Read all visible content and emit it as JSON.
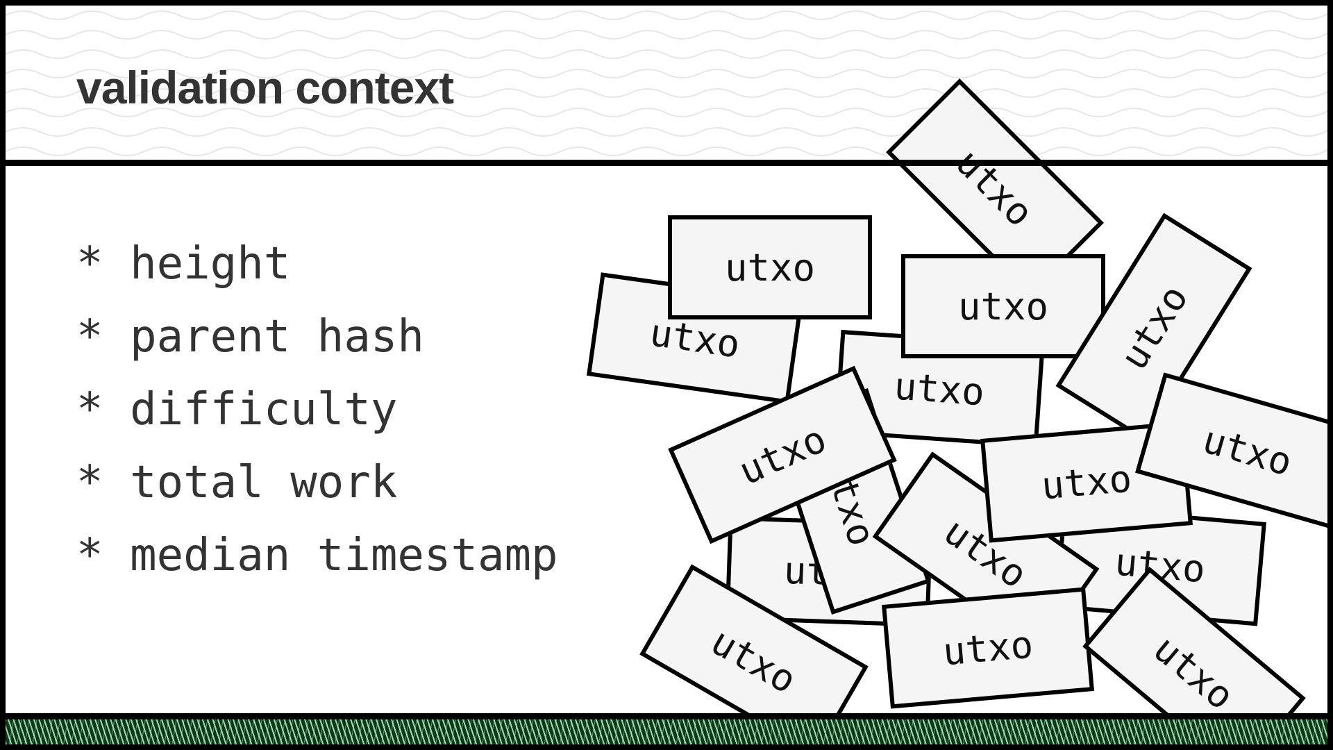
{
  "slide": {
    "title": "validation context",
    "bullets": [
      "* height",
      "* parent hash",
      "* difficulty",
      "* total work",
      "* median timestamp"
    ],
    "card_label": "utxo",
    "card_count": 16
  },
  "colors": {
    "frame": "#000000",
    "title_text": "#333333",
    "card_fill": "#f6f5f6",
    "footer_green": "#0b3a1a",
    "footer_light": "#b8e8c0"
  }
}
